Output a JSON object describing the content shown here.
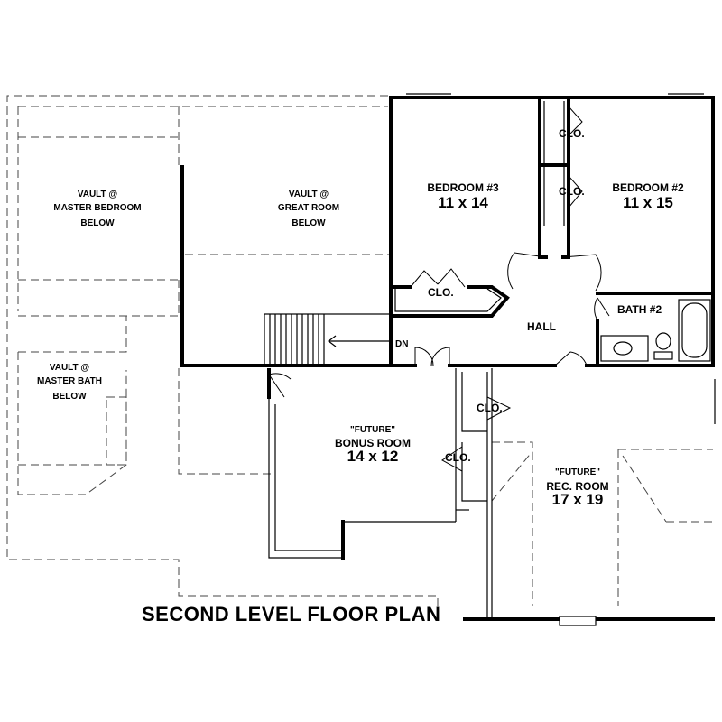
{
  "title": "SECOND LEVEL FLOOR PLAN",
  "rooms": {
    "vault_master_bedroom": [
      "VAULT @",
      "MASTER BEDROOM",
      "BELOW"
    ],
    "vault_great_room": [
      "VAULT @",
      "GREAT ROOM",
      "BELOW"
    ],
    "vault_master_bath": [
      "VAULT @",
      "MASTER BATH",
      "BELOW"
    ],
    "bedroom3": {
      "name": "BEDROOM #3",
      "size": "11 x 14"
    },
    "bedroom2": {
      "name": "BEDROOM #2",
      "size": "11 x 15"
    },
    "bath2": "BATH #2",
    "hall": "HALL",
    "stair_dn": "DN",
    "bonus_room": {
      "tag": "\"FUTURE\"",
      "name": "BONUS ROOM",
      "size": "14 x 12"
    },
    "rec_room": {
      "tag": "\"FUTURE\"",
      "name": "REC. ROOM",
      "size": "17 x 19"
    }
  },
  "closets": [
    "CLO.",
    "CLO.",
    "CLO.",
    "CLO.",
    "CLO."
  ]
}
